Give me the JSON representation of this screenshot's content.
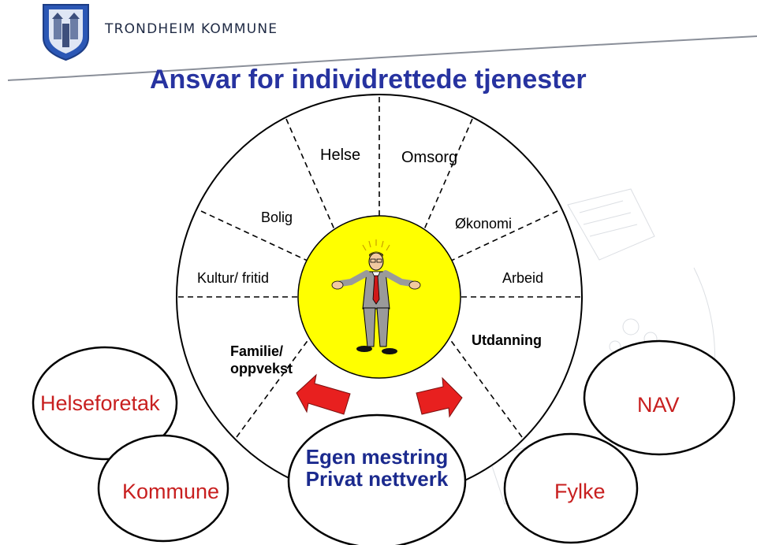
{
  "header": {
    "organization": "TRONDHEIM KOMMUNE",
    "logo_icon": "trondheim-coat-of-arms-icon"
  },
  "slide": {
    "title": "Ansvar for individrettede tjenester"
  },
  "wheel": {
    "segments": {
      "helse": "Helse",
      "omsorg": "Omsorg",
      "bolig": "Bolig",
      "okonomi": "Økonomi",
      "kultur": "Kultur/ fritid",
      "arbeid": "Arbeid",
      "familie_line1": "Familie/",
      "familie_line2": "oppvekst",
      "utdanning": "Utdanning"
    },
    "center_icon": "person-shrugging-icon",
    "center_color": "#ffff00"
  },
  "bubbles": {
    "helseforetak": "Helseforetak",
    "kommune": "Kommune",
    "nav": "NAV",
    "fylke": "Fylke",
    "center_line1": "Egen mestring",
    "center_line2": "Privat nettverk"
  },
  "colors": {
    "title": "#2733a0",
    "bubble_text": "#c81f1f",
    "center_text": "#1b2a8e",
    "arrow": "#e8201f"
  }
}
